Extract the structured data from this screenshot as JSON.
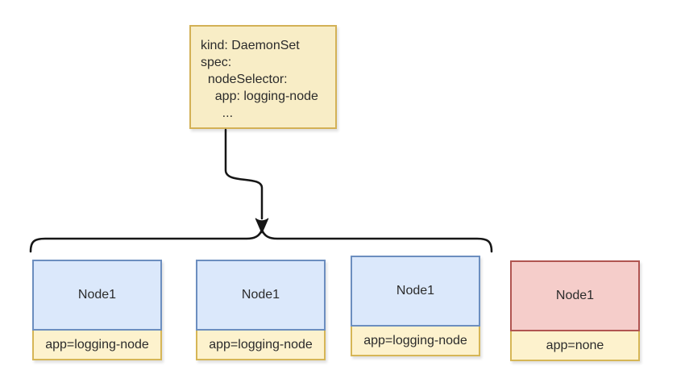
{
  "diagram": {
    "spec_box": {
      "lines": [
        "kind: DaemonSet",
        "spec:",
        "  nodeSelector:",
        "    app: logging-node",
        "      ..."
      ]
    },
    "nodes": [
      {
        "title": "Node1",
        "label": "app=logging-node",
        "type": "selected"
      },
      {
        "title": "Node1",
        "label": "app=logging-node",
        "type": "selected"
      },
      {
        "title": "Node1",
        "label": "app=logging-node",
        "type": "selected"
      },
      {
        "title": "Node1",
        "label": "app=none",
        "type": "excluded"
      }
    ],
    "colors": {
      "node_selected_fill": "#dbe8fb",
      "node_selected_border": "#6c8ebf",
      "node_excluded_fill": "#f5cdca",
      "node_excluded_border": "#b05551",
      "label_fill": "#fdf2cd",
      "label_border": "#d6b656",
      "spec_fill": "#f8edc6",
      "spec_border": "#d3b156",
      "connector": "#161616",
      "background": "#ffffff"
    }
  }
}
